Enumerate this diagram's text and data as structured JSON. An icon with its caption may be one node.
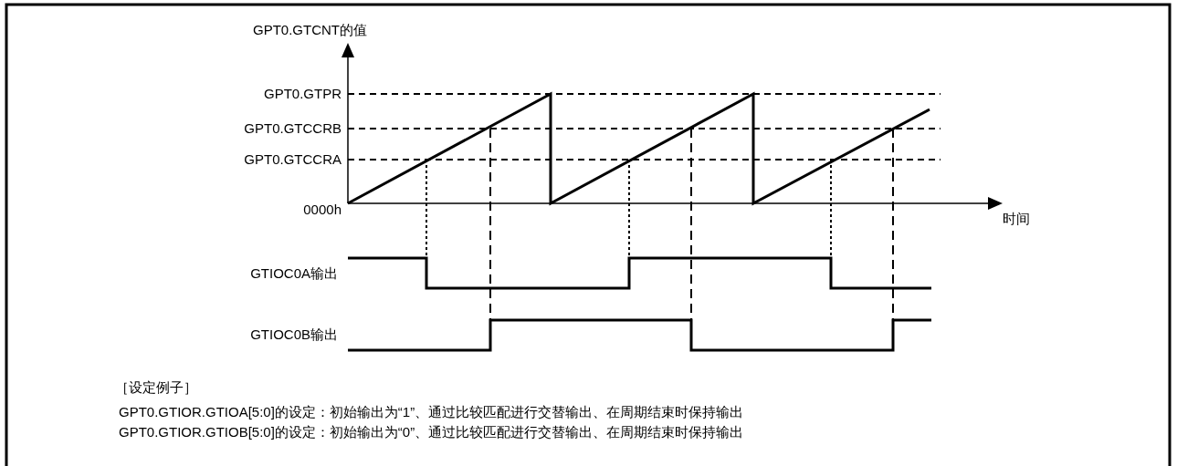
{
  "diagram": {
    "labels": [
      "GPT0.GTCNT的值",
      "GPT0.GTPR",
      "GPT0.GTCCRB",
      "GPT0.GTCCRA",
      "0000h",
      "时间",
      "GTIOC0A输出",
      "GTIOC0B输出",
      "［设定例子］",
      "GPT0.GTIOR.GTIOA[5:0]的设定：初始输出为“1”、通过比较匹配进行交替输出、在周期结束时保持输出",
      "GPT0.GTIOR.GTIOB[5:0]的设定：初始输出为“0”、通过比较匹配进行交替输出、在周期结束时保持输出"
    ]
  }
}
